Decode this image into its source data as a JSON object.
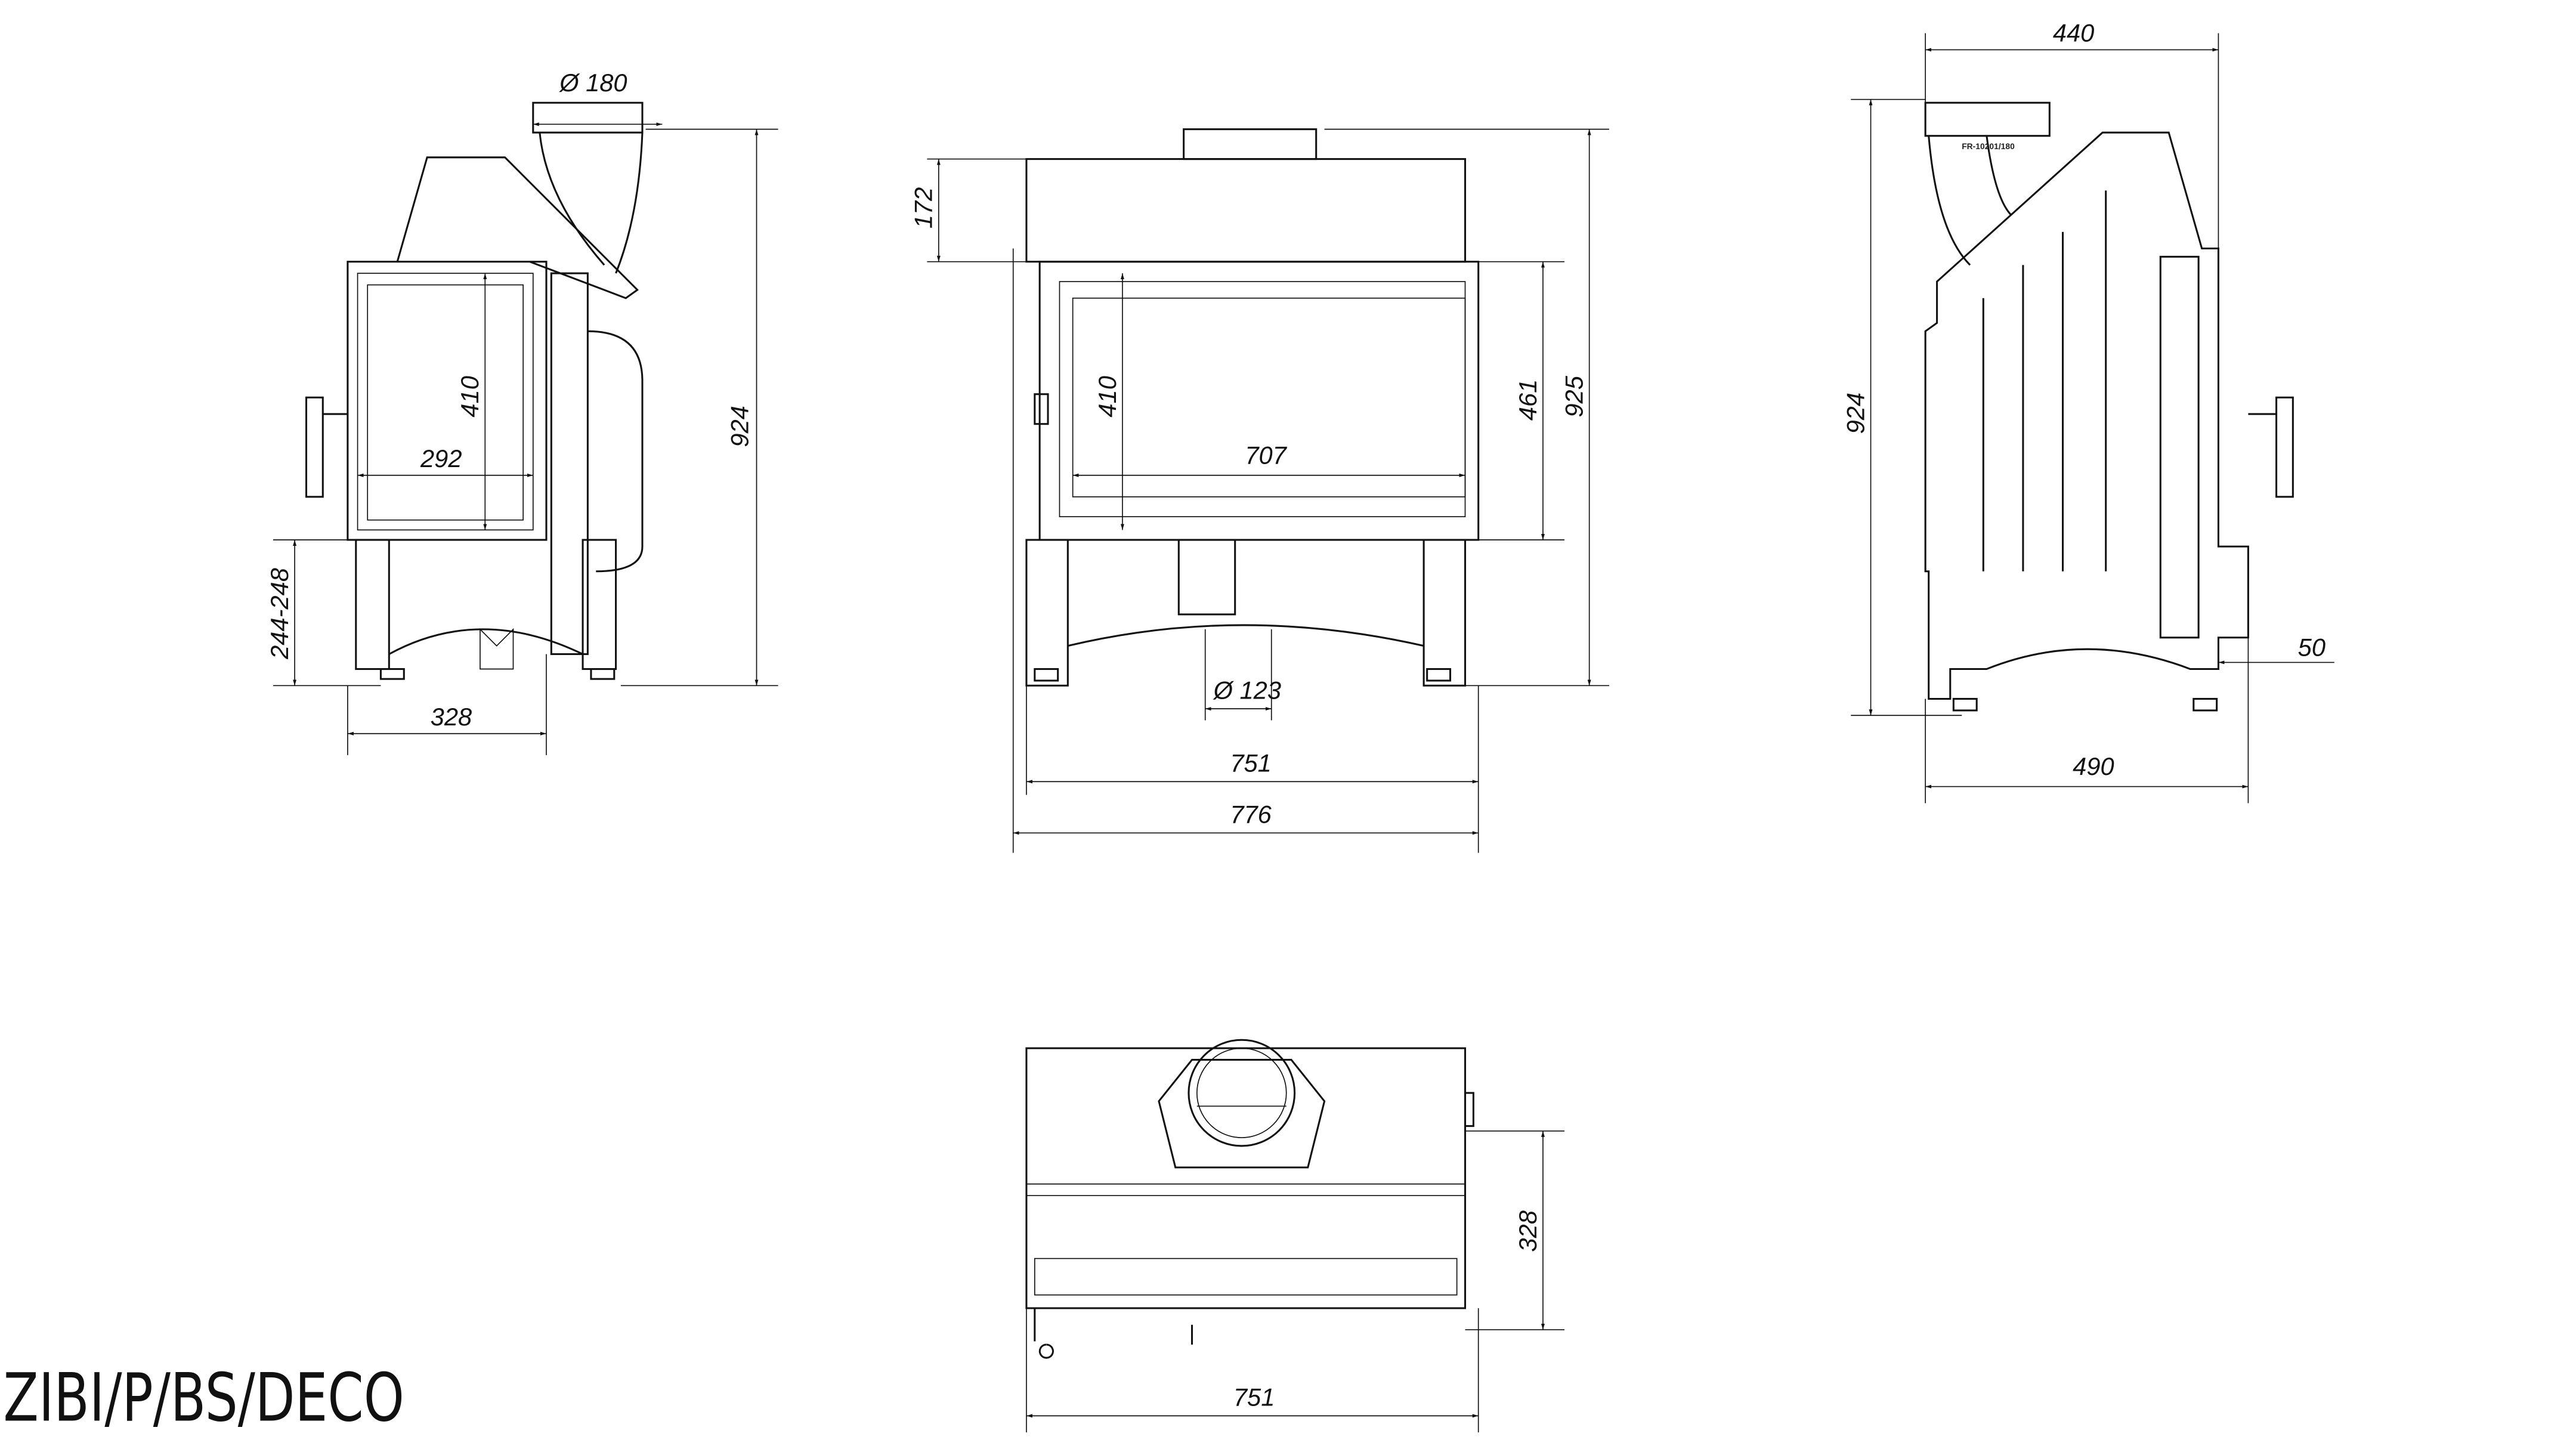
{
  "title": "ZIBI/P/BS/DECO",
  "side_view": {
    "flue_diameter": "Ø 180",
    "height": "924",
    "leg_height": "244-248",
    "depth": "328",
    "glass_height": "410",
    "glass_width": "292"
  },
  "front_view": {
    "top_height": "172",
    "height": "925",
    "door_height": "461",
    "glass_height": "410",
    "glass_width": "707",
    "air_inlet_diameter": "Ø 123",
    "width_inner": "751",
    "width_outer": "776"
  },
  "rear_side_view": {
    "top_width": "440",
    "height": "924",
    "depth": "490",
    "offset": "50",
    "flue_label": "FR-10201/180"
  },
  "top_view": {
    "depth": "328",
    "width": "751"
  }
}
